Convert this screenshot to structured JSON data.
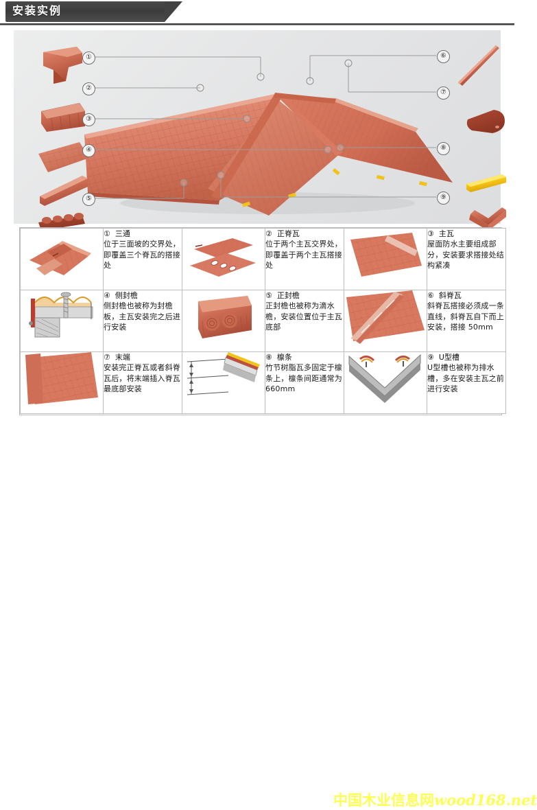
{
  "header": {
    "title": "安装实例"
  },
  "diagram": {
    "callouts": [
      {
        "id": "1",
        "label": "①"
      },
      {
        "id": "2",
        "label": "②"
      },
      {
        "id": "3",
        "label": "③"
      },
      {
        "id": "4",
        "label": "④"
      },
      {
        "id": "5",
        "label": "⑤"
      },
      {
        "id": "6",
        "label": "⑥"
      },
      {
        "id": "7",
        "label": "⑦"
      },
      {
        "id": "8",
        "label": "⑧"
      },
      {
        "id": "9",
        "label": "⑨"
      }
    ],
    "parts": [
      {
        "num": "1",
        "name": "三通",
        "side": "left"
      },
      {
        "num": "2",
        "name": "正脊瓦",
        "side": "left"
      },
      {
        "num": "3",
        "name": "主瓦",
        "side": "left"
      },
      {
        "num": "4",
        "name": "侧封檐",
        "side": "left"
      },
      {
        "num": "5",
        "name": "正封檐",
        "side": "left"
      },
      {
        "num": "6",
        "name": "斜脊瓦",
        "side": "right"
      },
      {
        "num": "7",
        "name": "末端",
        "side": "right"
      },
      {
        "num": "8",
        "name": "檩条",
        "side": "right"
      },
      {
        "num": "9",
        "name": "U型槽",
        "side": "right"
      }
    ]
  },
  "spec_table": {
    "rows": [
      [
        {
          "num": "①",
          "title": "三通",
          "desc": "位于三面坡的交界处，即覆盖三个脊瓦的搭接处",
          "thumb": "roof-three-way-joint"
        },
        {
          "num": "②",
          "title": "正脊瓦",
          "desc": "位于两个主瓦交界处，即覆盖于两个主瓦搭接处",
          "thumb": "ridge-tile-overlap"
        },
        {
          "num": "③",
          "title": "主瓦",
          "desc": "屋面防水主要组成部分，安装要求搭接处结构紧凑",
          "thumb": "main-tile-sheet"
        }
      ],
      [
        {
          "num": "④",
          "title": "侧封檐",
          "desc": "侧封檐也被称为封檐板，主瓦安装完之后进行安装",
          "thumb": "side-eave-section"
        },
        {
          "num": "⑤",
          "title": "正封檐",
          "desc": "正封檐也被称为滴水檐，安装位置位于主瓦底部",
          "thumb": "front-eave-part"
        },
        {
          "num": "⑥",
          "title": "斜脊瓦",
          "desc": "斜脊瓦搭接必须成一条直线，斜脊瓦自下而上安装，搭接 50mm",
          "thumb": "hip-ridge-tiles"
        }
      ],
      [
        {
          "num": "⑦",
          "title": "末端",
          "desc": "安装完正脊瓦或者斜脊瓦后，将末端插入脊瓦最底部安装",
          "thumb": "end-cap-diagram"
        },
        {
          "num": "⑧",
          "title": "檩条",
          "desc": "竹节树脂瓦多固定于檩条上，檩条间距通常为660mm",
          "thumb": "purlin-spacing"
        },
        {
          "num": "⑨",
          "title": "U型槽",
          "desc": "U型槽也被称为排水槽，多在安装主瓦之前进行安装",
          "thumb": "u-channel-section"
        }
      ]
    ]
  },
  "watermark": {
    "cn": "中国木业信息网",
    "latin": "wood168.net"
  },
  "colors": {
    "tile_light": "#e3927a",
    "tile_mid": "#d0705a",
    "tile_dark": "#ad4f3c",
    "panel_bg": "#e7e8ea",
    "header_dark": "#414141",
    "watermark": "#fdfd4a",
    "purlin_yellow": "#f2c40c"
  }
}
